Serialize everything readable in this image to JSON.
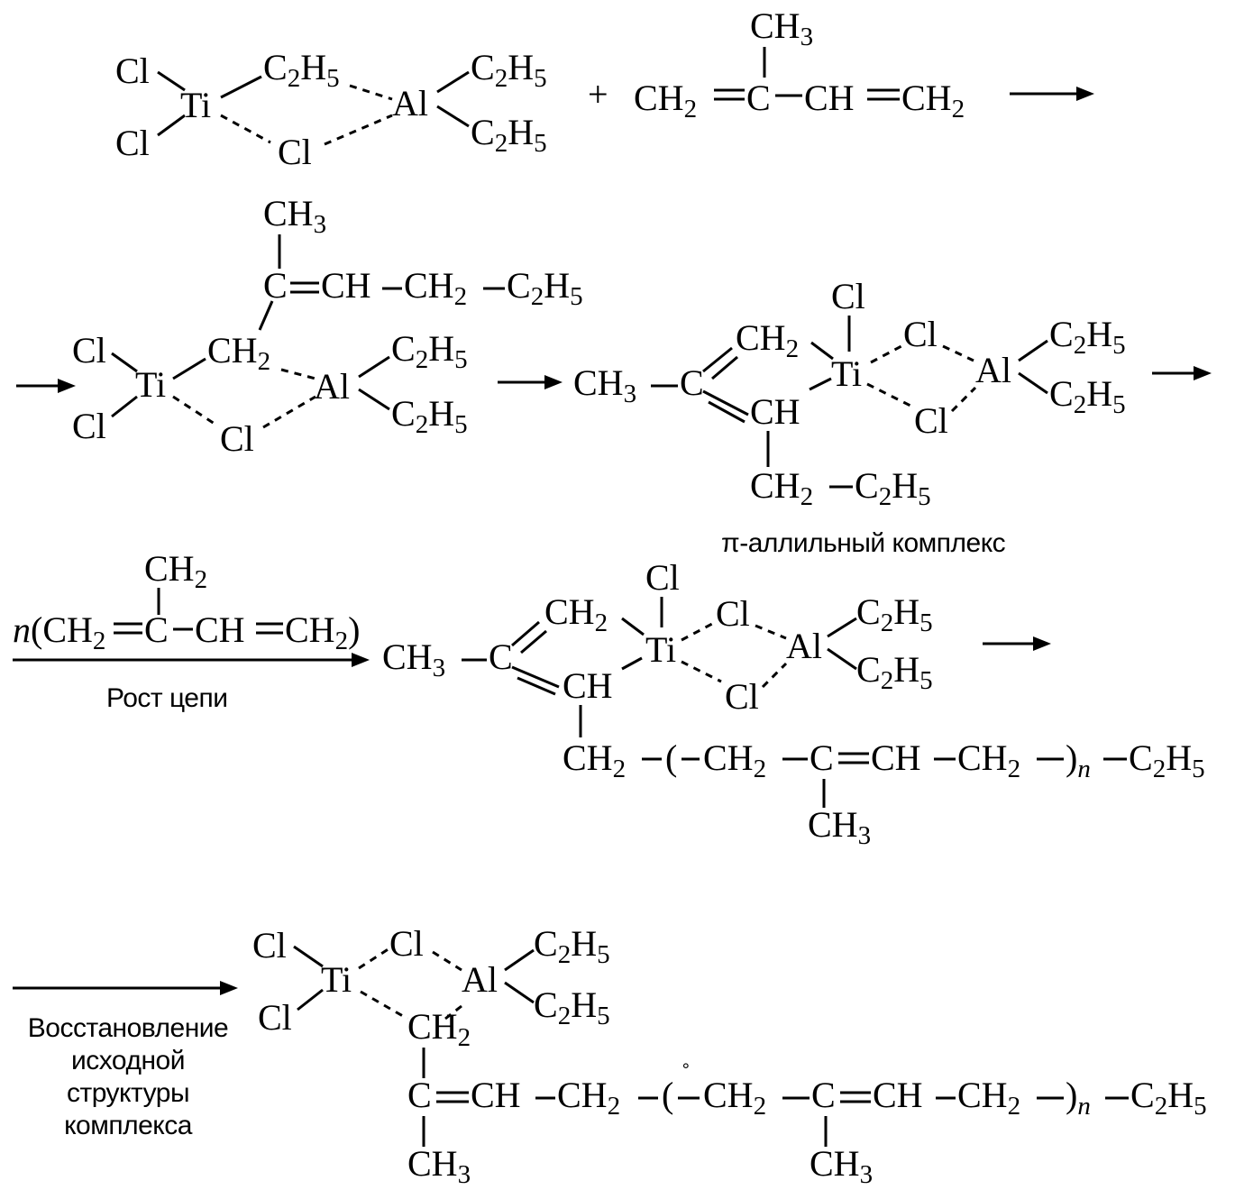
{
  "atoms": {
    "cl": "Cl",
    "ti": "Ti",
    "al": "Al",
    "c": "C",
    "ch": "CH",
    "ch2": "CH",
    "ch3": "CH",
    "c2h5_c": "C",
    "c2h5_h": "H",
    "sub2": "2",
    "sub3": "3",
    "sub5": "5"
  },
  "symbols": {
    "plus": "+",
    "dash": "–",
    "eq": "=",
    "paren_open": "(",
    "paren_close": ")",
    "n": "n",
    "pi_stray": "˚"
  },
  "labels": {
    "pi_allyl": "π-аллильный комплекс",
    "chain_growth": "Рост цепи",
    "restore": [
      "Восстановление",
      "исходной",
      "структуры",
      "комплекса"
    ]
  },
  "diagram": {
    "monomer_count": "n",
    "arrow_icon": "arrow-right-icon"
  }
}
